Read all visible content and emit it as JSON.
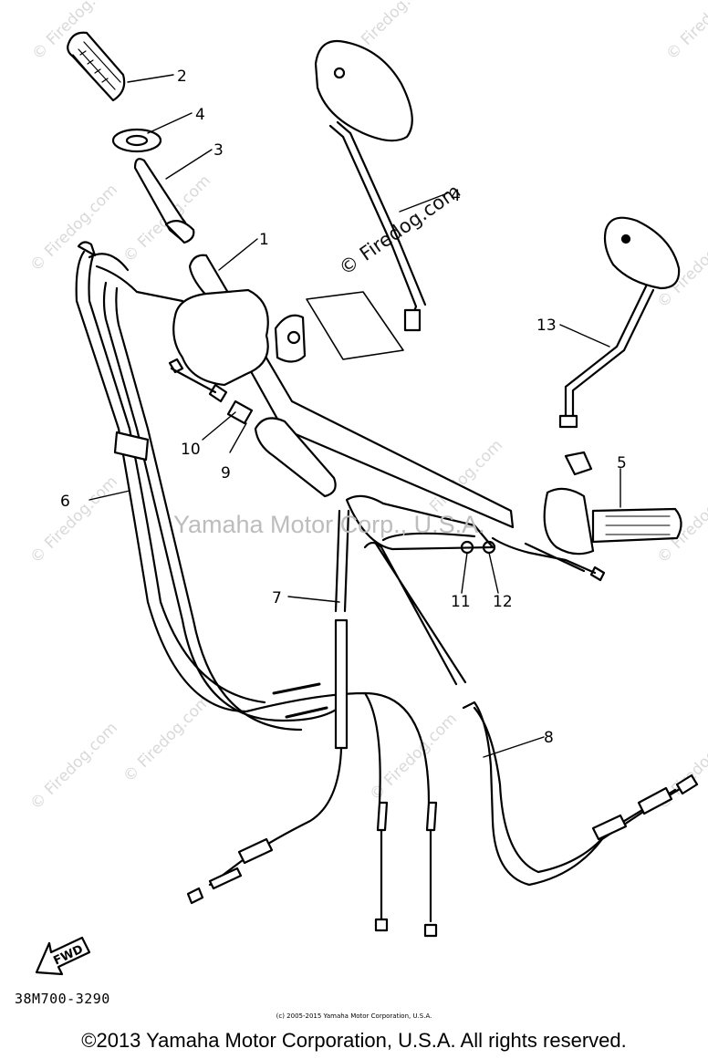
{
  "watermark": {
    "small": "© Firedog.com",
    "center": "Yamaha Motor Corp., U.S.A."
  },
  "callouts": [
    "1",
    "2",
    "3",
    "4",
    "5",
    "6",
    "7",
    "8",
    "9",
    "10",
    "11",
    "12",
    "13"
  ],
  "fwd_label": "FWD",
  "part_code": "38M700-3290",
  "small_copyright": "(c) 2005-2015 Yamaha Motor Corporation, U.S.A.",
  "copyright": "©2013 Yamaha Motor Corporation, U.S.A. All rights reserved."
}
